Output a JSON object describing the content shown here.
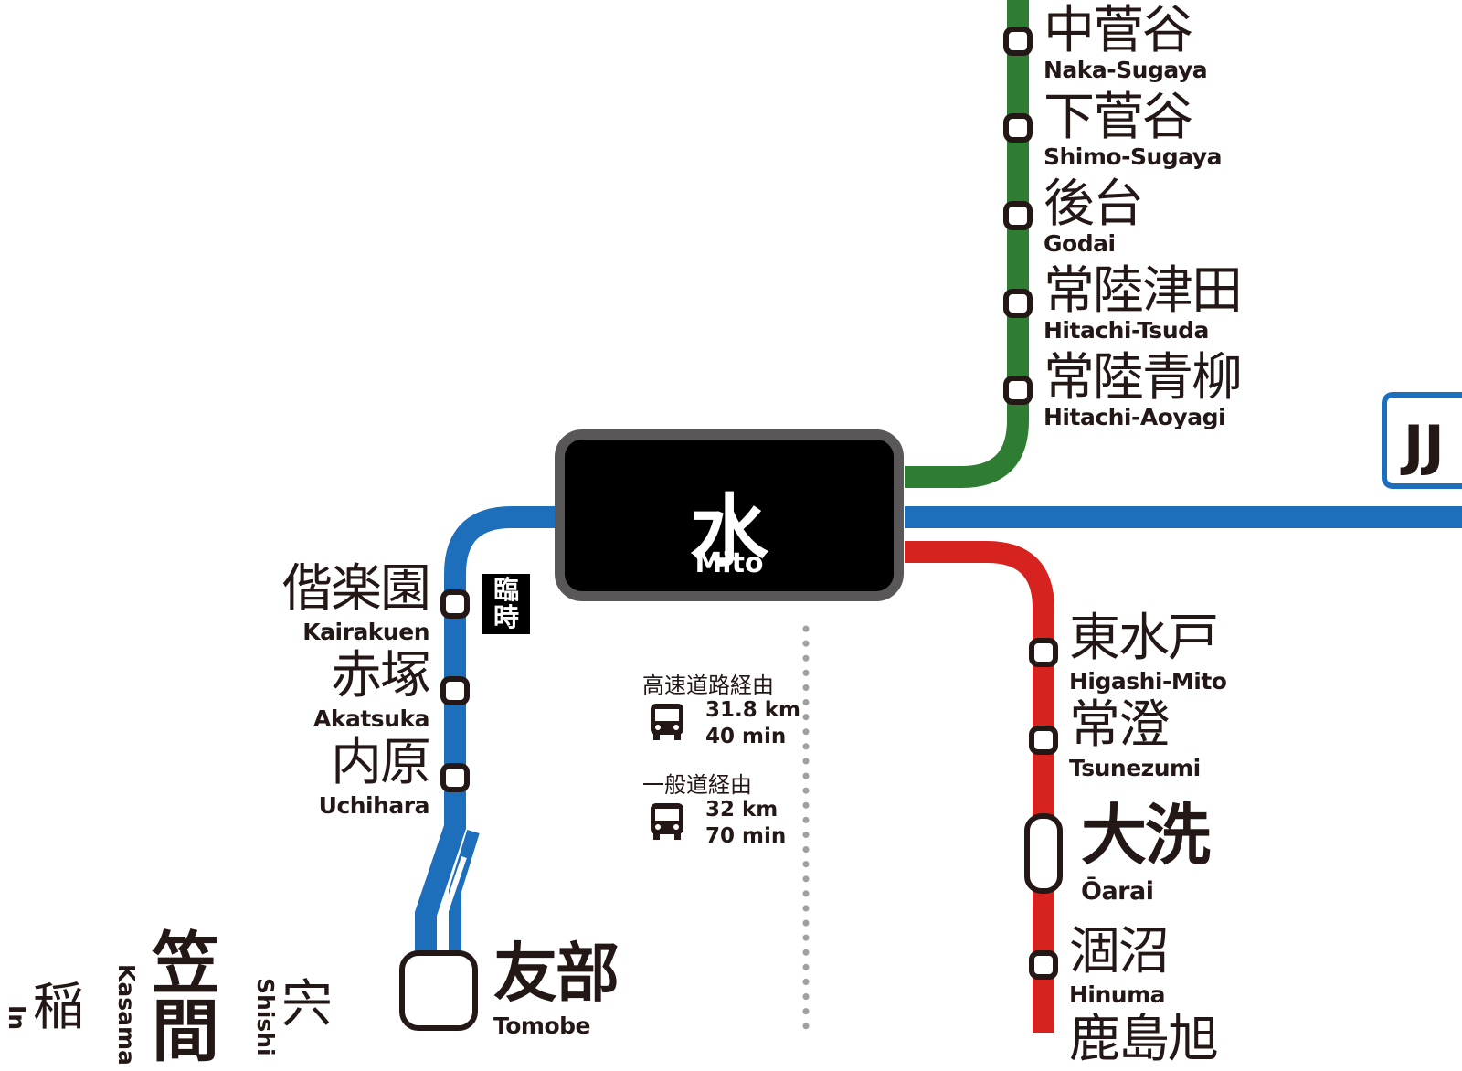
{
  "hub_station": {
    "name_ja": "水戸",
    "name_en": "Mito"
  },
  "colors": {
    "mito_line_blue": "#1d6fbc",
    "suigun_line_green": "#2e7d32",
    "oarai_kashima_line_red": "#d7231f",
    "station_box_border": "#595757",
    "route_divider_gray": "#9fa0a0"
  },
  "green_line_stations": [
    {
      "ja": "中菅谷",
      "en": "Naka-Sugaya"
    },
    {
      "ja": "下菅谷",
      "en": "Shimo-Sugaya"
    },
    {
      "ja": "後台",
      "en": "Godai"
    },
    {
      "ja": "常陸津田",
      "en": "Hitachi-Tsuda"
    },
    {
      "ja": "常陸青柳",
      "en": "Hitachi-Aoyagi"
    }
  ],
  "blue_line_stations": [
    {
      "ja": "偕楽園",
      "en": "Kairakuen"
    },
    {
      "ja": "赤塚",
      "en": "Akatsuka"
    },
    {
      "ja": "内原",
      "en": "Uchihara"
    },
    {
      "ja": "友部",
      "en": "Tomobe"
    }
  ],
  "red_line_stations": [
    {
      "ja": "東水戸",
      "en": "Higashi-Mito"
    },
    {
      "ja": "常澄",
      "en": "Tsunezumi"
    },
    {
      "ja": "大洗",
      "en": "Ōarai"
    },
    {
      "ja": "涸沼",
      "en": "Hinuma"
    },
    {
      "ja": "鹿島旭",
      "en": ""
    }
  ],
  "temporary_stop_badge": "臨時",
  "line_badge": "JJ",
  "bus_routes": [
    {
      "via": "高速道路経由",
      "distance": "31.8 km",
      "time": "40 min",
      "icon": "bus-icon"
    },
    {
      "via": "一般道経由",
      "distance": "32 km",
      "time": "70 min",
      "icon": "bus-icon"
    }
  ],
  "lower_left_stations": [
    {
      "ja": "宍",
      "en": "Shishi"
    },
    {
      "ja": "笠間",
      "en": "Kasama"
    },
    {
      "ja": "稲",
      "en": "In"
    }
  ]
}
